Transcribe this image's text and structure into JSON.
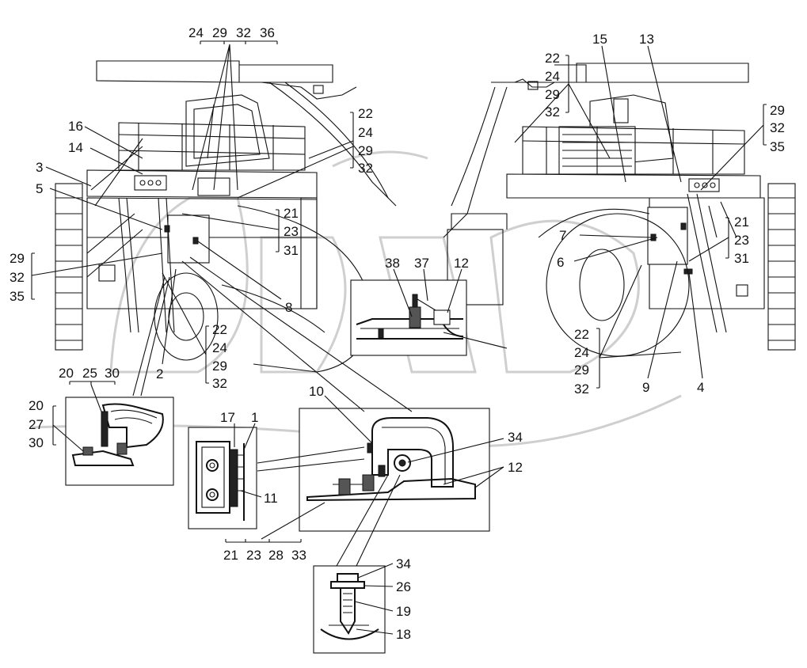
{
  "labels": {
    "a": "24",
    "b": "29",
    "c": "32",
    "d": "36",
    "e": "22",
    "f": "24",
    "g": "29",
    "h": "32",
    "i": "16",
    "j": "14",
    "k": "3",
    "l": "5",
    "m": "21",
    "n": "23",
    "o": "31",
    "p": "29",
    "q": "32",
    "r": "35",
    "s": "8",
    "t": "2",
    "u": "22",
    "v": "24",
    "w": "29",
    "x": "32",
    "y": "20",
    "z": "25",
    "aa": "30",
    "ab": "20",
    "ac": "27",
    "ad": "30",
    "ae": "17",
    "af": "1",
    "ag": "11",
    "ah": "10",
    "ai": "34",
    "aj": "12",
    "ak": "21",
    "al": "23",
    "am": "28",
    "an": "33",
    "ao": "34",
    "ap": "26",
    "aq": "19",
    "ar": "18",
    "as": "38",
    "at": "37",
    "au": "12",
    "av": "22",
    "aw": "24",
    "ax": "29",
    "ay": "32",
    "az": "15",
    "ba": "13",
    "bb": "29",
    "bc": "32",
    "bd": "35",
    "be": "7",
    "bf": "6",
    "bg": "21",
    "bh": "23",
    "bi": "31",
    "bj": "22",
    "bk": "24",
    "bl": "29",
    "bm": "32",
    "bn": "9",
    "bo": "4"
  }
}
